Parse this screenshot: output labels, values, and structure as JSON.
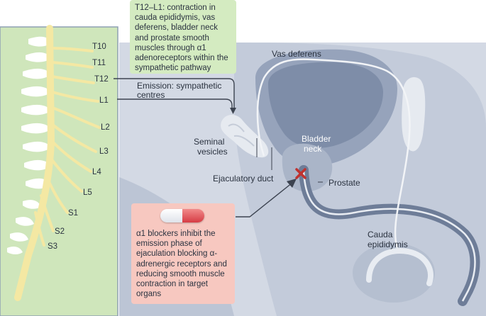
{
  "spine_labels": [
    "T10",
    "T11",
    "T12",
    "L1",
    "L2",
    "L3",
    "L4",
    "L5",
    "S1",
    "S2",
    "S3"
  ],
  "boxes": {
    "sympathetic": "T12–L1: contraction in cauda epididymis, vas deferens, bladder neck and prostate smooth muscles through α1 adenoreceptors within the sympathetic pathway",
    "blockers": "α1 blockers inhibit the emission phase of ejaculation blocking α-adrenergic receptors and reducing smooth muscle contraction in target organs"
  },
  "emission_label": "Emission: sympathetic centres",
  "anatomy_labels": {
    "vas_deferens": "Vas deferens",
    "seminal_vesicles": [
      "Seminal",
      "vesicles"
    ],
    "bladder_neck": [
      "Bladder",
      "neck"
    ],
    "ejaculatory_duct": "Ejaculatory duct",
    "prostate": "Prostate",
    "cauda_epididymis": [
      "Cauda",
      "epididymis"
    ]
  },
  "icons": [
    "capsule-icon",
    "block-x-icon"
  ],
  "colors": {
    "spine_panel": "#cfe6bb",
    "nerve": "#f4e8a3",
    "anatomy_bg": "#c9d1df",
    "bladder": "#7e8da8",
    "block_mark": "#c0322f"
  }
}
